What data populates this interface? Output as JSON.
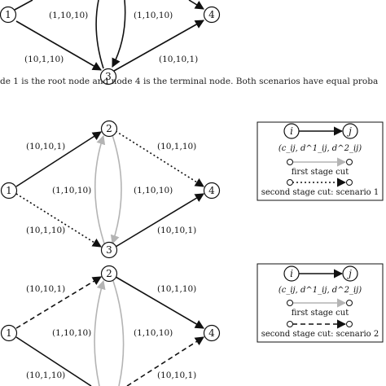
{
  "caption": "de 1 is the root node and node 4 is the terminal node. Both scenarios have equal proba",
  "colors": {
    "black": "#111111",
    "gray": "#b4b4b4"
  },
  "nodes": {
    "n1": "1",
    "n2": "2",
    "n3": "3",
    "n4": "4"
  },
  "top_graph": {
    "edge_13": "(10,1,10)",
    "edge_34": "(10,10,1)",
    "edge_3up": "(1,10,10)",
    "edge_2down": "(1,10,10)"
  },
  "middle_graph": {
    "edge_12": "(10,10,1)",
    "edge_24": "(10,1,10)",
    "edge_13": "(10,1,10)",
    "edge_34": "(10,10,1)",
    "edge_left": "(1,10,10)",
    "edge_right": "(1,10,10)"
  },
  "bottom_graph": {
    "edge_12": "(10,10,1)",
    "edge_24": "(10,1,10)",
    "edge_13": "(10,1,10)",
    "edge_34": "(10,10,1)",
    "edge_left": "(1,10,10)",
    "edge_right": "(1,10,10)"
  },
  "legend_1": {
    "node_i": "i",
    "node_j": "j",
    "costs": "(c_ij, d^1_ij, d^2_ij)",
    "first_stage": "first stage cut",
    "second_stage": "second stage cut: scenario 1"
  },
  "legend_2": {
    "node_i": "i",
    "node_j": "j",
    "costs": "(c_ij, d^1_ij, d^2_ij)",
    "first_stage": "first stage cut",
    "second_stage": "second stage cut: scenario 2"
  }
}
